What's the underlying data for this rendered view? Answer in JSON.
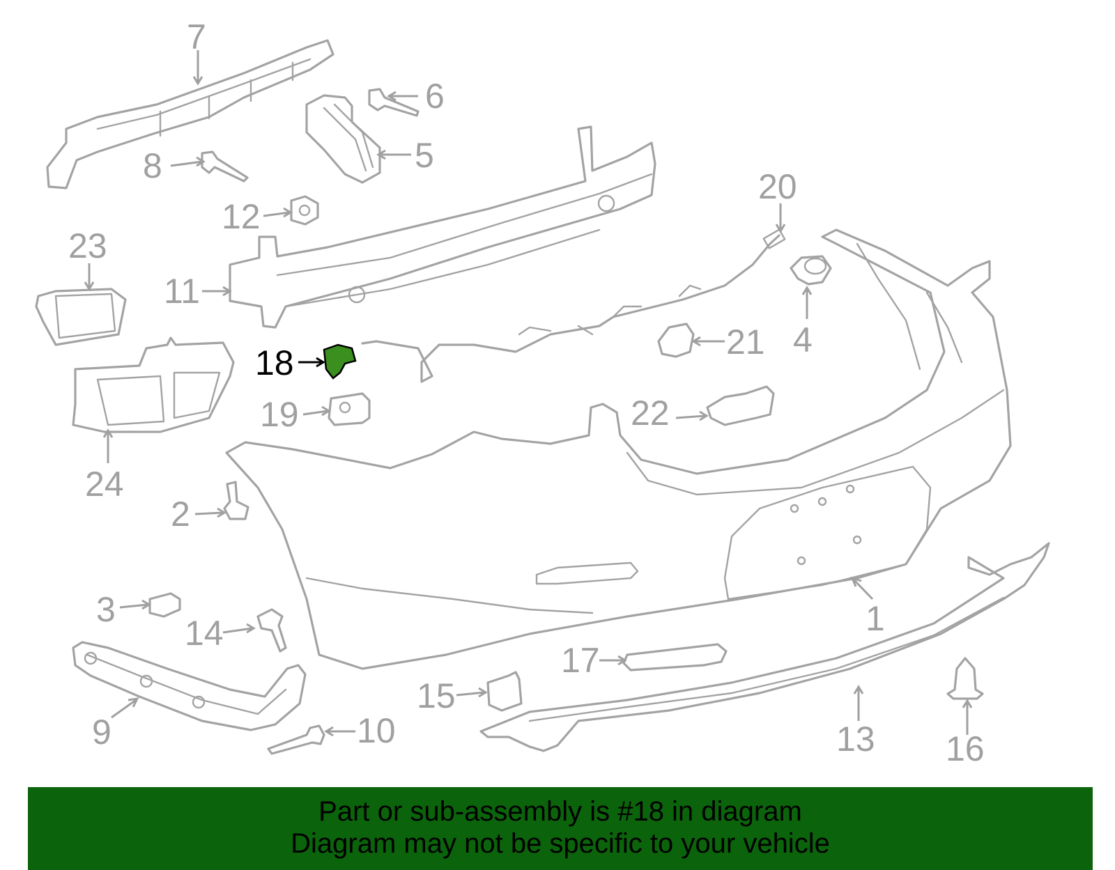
{
  "diagram": {
    "highlight_color": "#3a8f1e",
    "label_color": "#a0a0a0",
    "highlighted_part": "18",
    "callouts": [
      {
        "id": "c1",
        "text": "1"
      },
      {
        "id": "c2",
        "text": "2"
      },
      {
        "id": "c3",
        "text": "3"
      },
      {
        "id": "c4",
        "text": "4"
      },
      {
        "id": "c5",
        "text": "5"
      },
      {
        "id": "c6",
        "text": "6"
      },
      {
        "id": "c7",
        "text": "7"
      },
      {
        "id": "c8",
        "text": "8"
      },
      {
        "id": "c9",
        "text": "9"
      },
      {
        "id": "c10",
        "text": "10"
      },
      {
        "id": "c11",
        "text": "11"
      },
      {
        "id": "c12",
        "text": "12"
      },
      {
        "id": "c13",
        "text": "13"
      },
      {
        "id": "c14",
        "text": "14"
      },
      {
        "id": "c15",
        "text": "15"
      },
      {
        "id": "c16",
        "text": "16"
      },
      {
        "id": "c17",
        "text": "17"
      },
      {
        "id": "c18",
        "text": "18"
      },
      {
        "id": "c19",
        "text": "19"
      },
      {
        "id": "c20",
        "text": "20"
      },
      {
        "id": "c21",
        "text": "21"
      },
      {
        "id": "c22",
        "text": "22"
      },
      {
        "id": "c23",
        "text": "23"
      },
      {
        "id": "c24",
        "text": "24"
      }
    ]
  },
  "banner": {
    "background": "#0b640b",
    "line1": "Part or sub-assembly is #18 in diagram",
    "line2": "Diagram may not be specific to your vehicle"
  }
}
